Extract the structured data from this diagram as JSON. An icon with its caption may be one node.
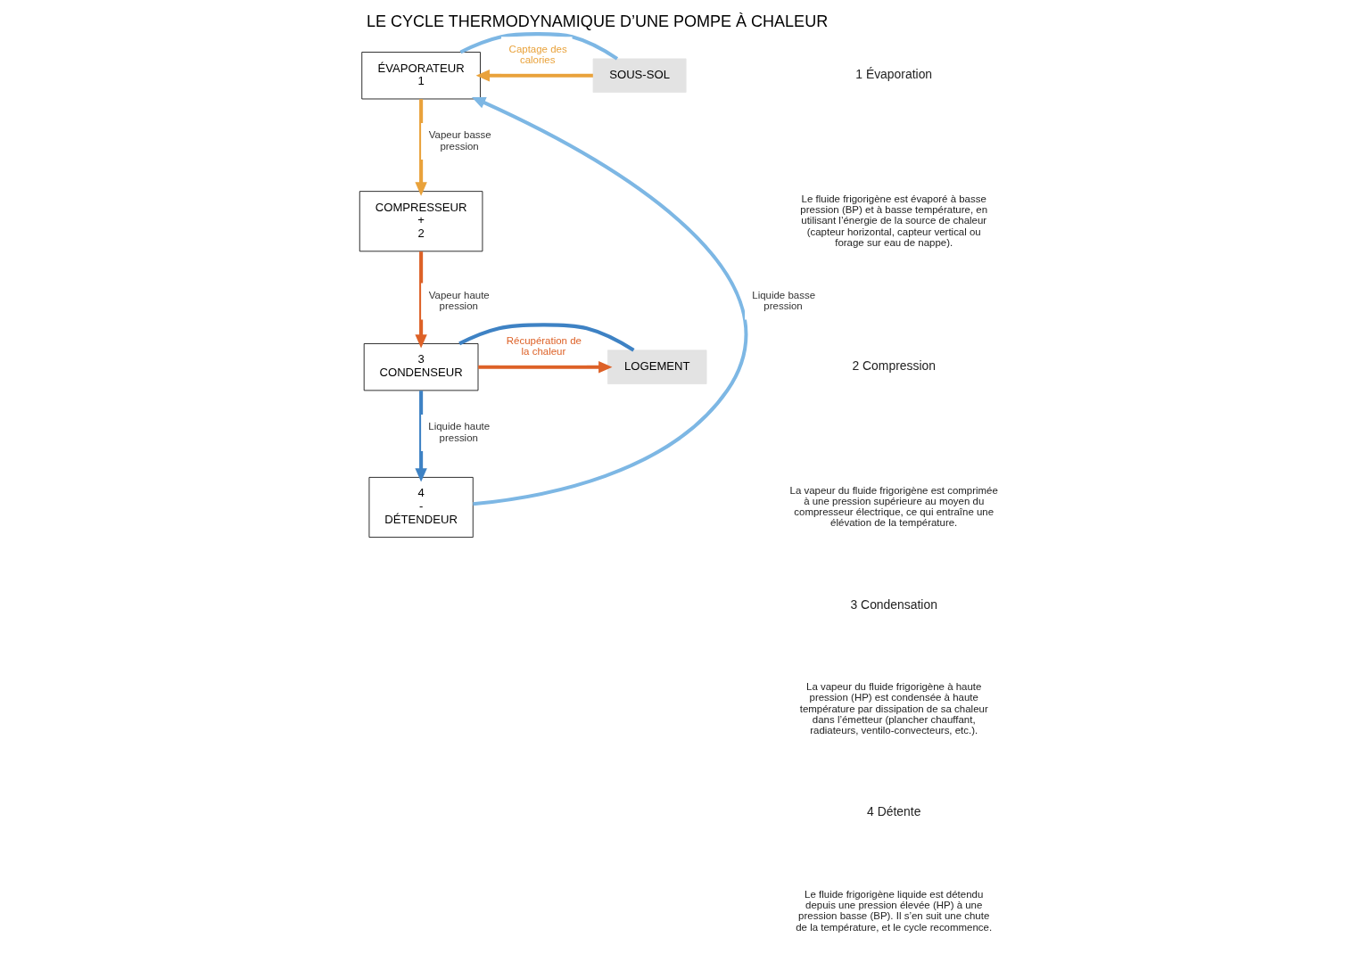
{
  "diagram": {
    "title": "LE CYCLE THERMODYNAMIQUE D’UNE POMPE À CHALEUR",
    "nodes": [
      {
        "text": [
          "COMPRESSEUR",
          "+",
          "2"
        ]
      },
      {
        "text": [
          "ÉVAPORATEUR",
          "1"
        ]
      },
      {
        "text": [
          "3",
          "CONDENSEUR"
        ]
      },
      {
        "text": [
          "4",
          "-",
          "DÉTENDEUR"
        ]
      },
      {
        "text": [
          "SOUS-SOL"
        ]
      },
      {
        "text": [
          "LOGEMENT"
        ]
      }
    ],
    "edges": [
      {
        "from": 1,
        "to": 0,
        "arrow": "to",
        "label": "Vapeur basse pression",
        "color": "#e9a23b"
      },
      {
        "from": 0,
        "to": 2,
        "arrow": "to",
        "label": "Vapeur haute pression",
        "color": "#dd6127"
      },
      {
        "from": 2,
        "to": 3,
        "arrow": "to",
        "label": "Liquide haute pression",
        "color": "#3e82c4"
      },
      {
        "from": 3,
        "to": 1,
        "arrow": "to",
        "label": "Liquide basse pression",
        "color": "#7db7e4"
      },
      {
        "from": 4,
        "to": 1,
        "arrow": "to",
        "label": "Captage des calories",
        "color": "#e9a23b"
      },
      {
        "from": 1,
        "to": 4,
        "arrow": "none",
        "color": "#7db7e4"
      },
      {
        "from": 2,
        "to": 5,
        "arrow": "to",
        "label": "Récupération de la chaleur",
        "color": "#dd6127"
      },
      {
        "from": 2,
        "to": 5,
        "arrow": "none",
        "color": "#3e82c4"
      }
    ],
    "labels": [
      "1 Évaporation",
      "Le fluide frigorigène est évaporé à basse pression (BP) et à basse température, en utilisant l’énergie de la source de chaleur (capteur horizontal, capteur vertical ou forage sur eau de nappe).",
      "2 Compression",
      "La vapeur du fluide frigorigène est comprimée à une pression supérieure au moyen du compresseur électrique, ce qui entraîne une élévation de la température.",
      "3 Condensation",
      "La vapeur du fluide frigorigène à haute pression (HP) est condensée à haute température par dissipation de sa chaleur dans l’émetteur (plancher chauffant, radiateurs, ventilo-convecteurs, etc.).",
      "4 Détente",
      "Le fluide frigorigène liquide est détendu depuis une pression élevée (HP) à une pression basse (BP). Il s’en suit une chute de la température, et le cycle recommence."
    ]
  }
}
